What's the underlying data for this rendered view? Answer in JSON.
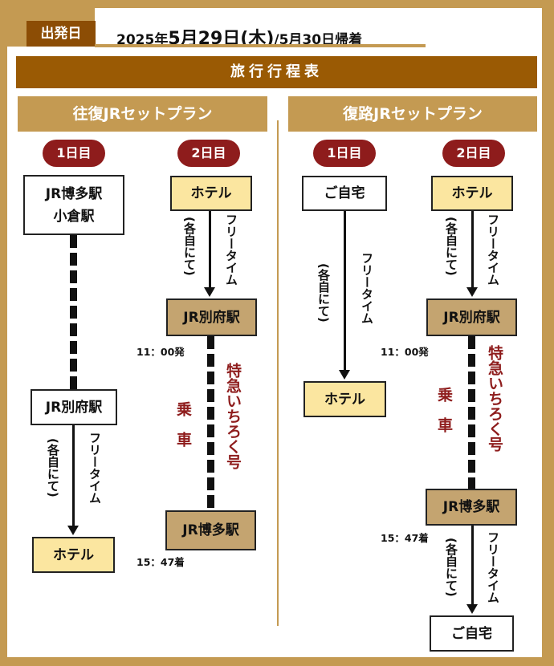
{
  "header": {
    "departure_badge": "出発日",
    "date_year": "2025年",
    "date_main": "5月29日",
    "date_paren": "(木)",
    "date_return": "/5月30日帰着"
  },
  "banner": "旅行行程表",
  "plans": [
    {
      "title": "往復JRセットプラン",
      "days": [
        {
          "label": "1日目",
          "stops": [
            "JR博多駅\n小倉駅",
            "JR別府駅",
            "ホテル"
          ],
          "free_time": "フリータイム",
          "own": "(各自にて)"
        },
        {
          "label": "2日目",
          "stops": [
            "ホテル",
            "JR別府駅",
            "JR博多駅"
          ],
          "free_time": "フリータイム",
          "own": "(各自にて)",
          "depart": "11：00発",
          "arrive": "15：47着",
          "ride": "乗 車",
          "train": "特急いちろく号"
        }
      ]
    },
    {
      "title": "復路JRセットプラン",
      "days": [
        {
          "label": "1日目",
          "stops": [
            "ご自宅",
            "ホテル"
          ],
          "free_time": "フリータイム",
          "own": "(各自にて)"
        },
        {
          "label": "2日目",
          "stops": [
            "ホテル",
            "JR別府駅",
            "JR博多駅",
            "ご自宅"
          ],
          "free_time": "フリータイム",
          "own": "(各自にて)",
          "depart": "11：00発",
          "arrive": "15：47着",
          "ride": "乗 車",
          "train": "特急いちろく号",
          "free_time_2": "フリータイム",
          "own_2": "(各自にて)"
        }
      ]
    }
  ]
}
